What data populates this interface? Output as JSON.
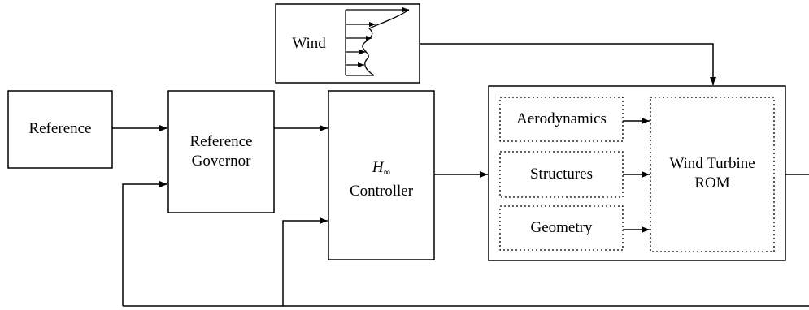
{
  "blocks": {
    "wind": "Wind",
    "reference": "Reference",
    "reference_governor": [
      "Reference",
      "Governor"
    ],
    "controller_symbol": "H",
    "controller_subscript": "∞",
    "controller_label": "Controller",
    "aerodynamics": "Aerodynamics",
    "structures": "Structures",
    "geometry": "Geometry",
    "rom": [
      "Wind Turbine",
      "ROM"
    ]
  }
}
